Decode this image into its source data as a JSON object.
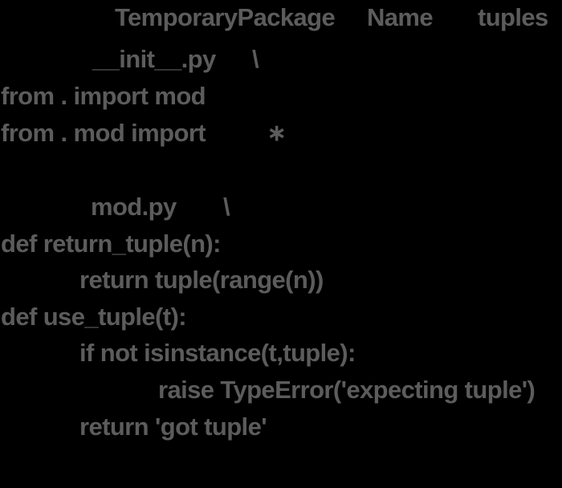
{
  "theme": {
    "background_color": "#000000",
    "text_color": "#5c5c5c"
  },
  "code": {
    "package_name": "TemporaryPackage",
    "name_key": "Name",
    "name_value": "tuples",
    "init_filename": "__init__.py",
    "init_continuation": "\\",
    "init_import_line1": "from . import mod",
    "init_import_line2": "from . mod import",
    "init_import_star": "∗",
    "mod_filename": "mod.py",
    "mod_continuation": "\\",
    "def_return_tuple": "def return_tuple(n):",
    "def_return_tuple_body": "return tuple(range(n))",
    "def_use_tuple": "def use_tuple(t):",
    "use_tuple_if": "if not isinstance(t,tuple):",
    "use_tuple_raise": "raise TypeError('expecting tuple')",
    "use_tuple_return": "return 'got tuple'"
  }
}
